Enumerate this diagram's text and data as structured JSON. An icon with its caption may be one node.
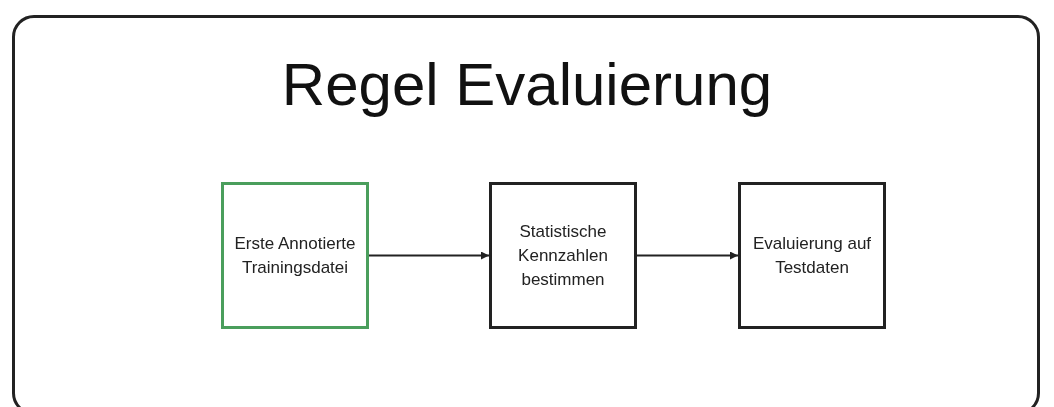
{
  "diagram": {
    "title": "Regel Evaluierung",
    "nodes": [
      {
        "text": [
          "Erste Annotierte Trainingsdatei"
        ]
      },
      {
        "text": [
          "Statistische Kennzahlen bestimmen"
        ]
      },
      {
        "text": [
          "Evaluierung auf Testdaten"
        ]
      }
    ],
    "edges": [
      {
        "from": 0,
        "to": 1,
        "arrow": "to"
      },
      {
        "from": 1,
        "to": 2,
        "arrow": "to"
      }
    ]
  }
}
